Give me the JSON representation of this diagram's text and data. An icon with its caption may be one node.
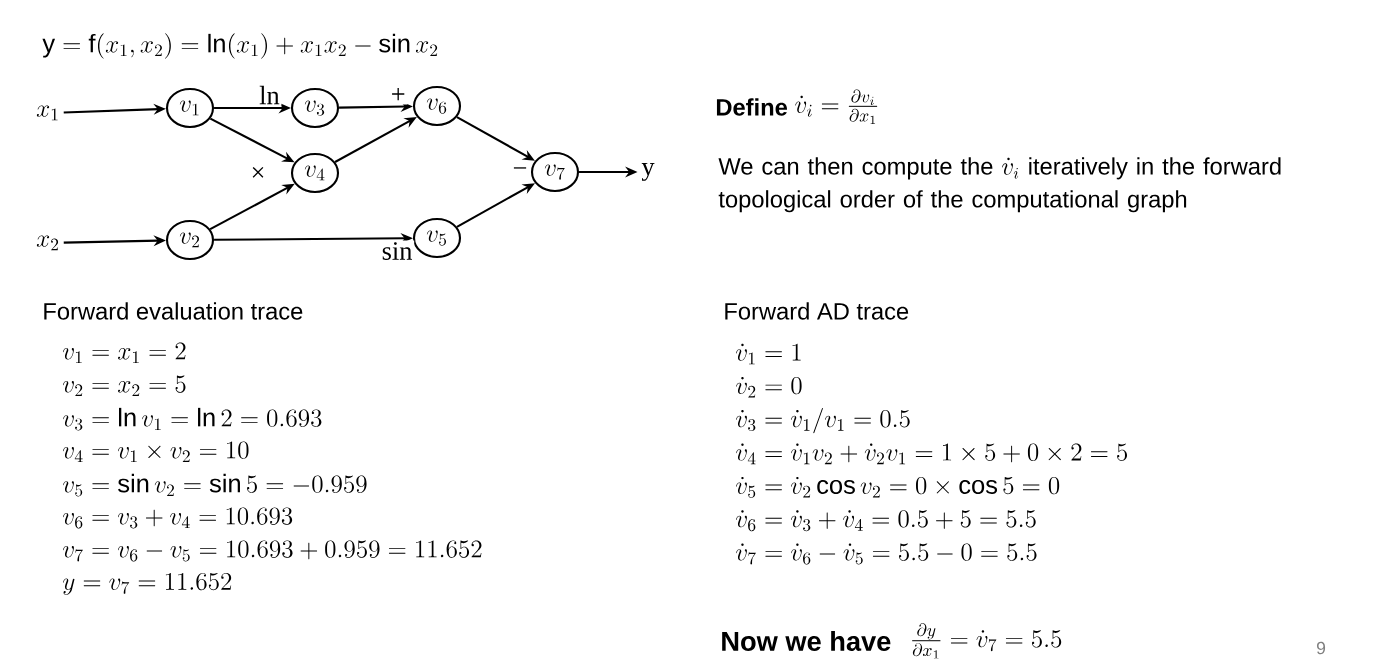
{
  "diagram": {
    "nodes": [
      {
        "text": [
          "x_1"
        ]
      },
      {
        "text": [
          "v_1"
        ]
      },
      {
        "text": [
          "v_3"
        ]
      },
      {
        "text": [
          "v_6"
        ]
      },
      {
        "text": [
          "v_4"
        ],
        "beside": [
          "×"
        ]
      },
      {
        "text": [
          "v_7"
        ],
        "beside": [
          "−"
        ]
      },
      {
        "text": [
          "y"
        ]
      },
      {
        "text": [
          "x_2"
        ]
      },
      {
        "text": [
          "v_2"
        ]
      },
      {
        "text": [
          "v_5"
        ]
      }
    ],
    "edges": [
      {
        "from": 0,
        "to": 1,
        "arrow": "to"
      },
      {
        "from": 1,
        "to": 2,
        "arrow": "to",
        "label": "ln"
      },
      {
        "from": 2,
        "to": 3,
        "arrow": "to",
        "label": "+"
      },
      {
        "from": 1,
        "to": 4,
        "arrow": "to"
      },
      {
        "from": 4,
        "to": 3,
        "arrow": "to"
      },
      {
        "from": 3,
        "to": 5,
        "arrow": "to"
      },
      {
        "from": 5,
        "to": 6,
        "arrow": "to"
      },
      {
        "from": 7,
        "to": 8,
        "arrow": "to"
      },
      {
        "from": 8,
        "to": 4,
        "arrow": "to"
      },
      {
        "from": 8,
        "to": 9,
        "arrow": "to",
        "label": "sin"
      },
      {
        "from": 9,
        "to": 5,
        "arrow": "to"
      }
    ],
    "labels": [
      "\\mathrm{y} = \\mathrm{f}(x_1, x_2) = \\ln(x_1) + x_1 x_2 - \\sin x_2",
      "Define",
      "\\dot{v}_i = \\frac{\\partial v_i}{\\partial x_1}",
      "We can then compute the",
      "\\dot{v}_i",
      "iteratively in the forward topological order of the computational graph",
      "Forward evaluation trace",
      "v_1 = x_1 = 2",
      "v_2 = x_2 = 5",
      "v_3 = \\ln v_1 = \\ln 2 = 0.693",
      "v_4 = v_1 \\times v_2 = 10",
      "v_5 = \\sin v_2 = \\sin 5 = -0.959",
      "v_6 = v_3 + v_4 = 10.693",
      "v_7 = v_6 - v_5 = 10.693 + 0.959 = 11.652",
      "y = v_7 = 11.652",
      "Forward AD trace",
      "\\dot{v}_1 = 1",
      "\\dot{v}_2 = 0",
      "\\dot{v}_3 = \\dot{v}_1 / v_1 = 0.5",
      "\\dot{v}_4 = \\dot{v}_1 v_2 + \\dot{v}_2 v_1 = 1 \\times 5 + 0 \\times 2 = 5",
      "\\dot{v}_5 = \\dot{v}_2 \\cos v_2 = 0 \\times \\cos 5 = 0",
      "\\dot{v}_6 = \\dot{v}_3 + \\dot{v}_4 = 0.5 + 5 = 5.5",
      "\\dot{v}_7 = \\dot{v}_6 - \\dot{v}_5 = 5.5 - 0 = 5.5",
      "Now we have",
      "\\frac{\\partial y}{\\partial x_1} = \\dot{v}_7 = 5.5",
      "9"
    ]
  }
}
